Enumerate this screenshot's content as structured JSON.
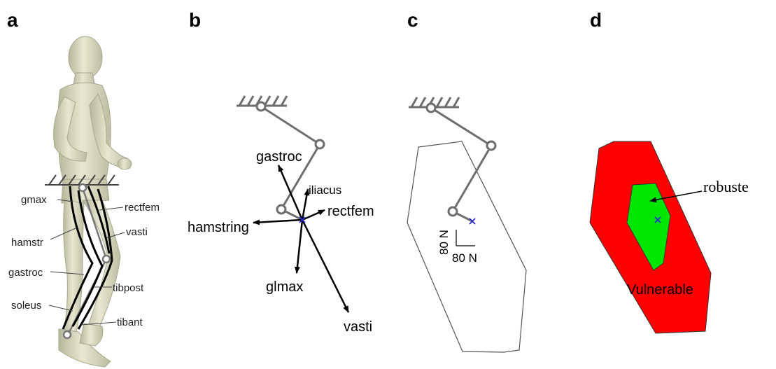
{
  "panels": {
    "a": "a",
    "b": "b",
    "c": "c",
    "d": "d"
  },
  "panel_a": {
    "muscle_labels": [
      "gmax",
      "rectfem",
      "vasti",
      "hamstr",
      "gastroc",
      "tibpost",
      "soleus",
      "tibant"
    ]
  },
  "panel_b": {
    "force_labels": [
      "gastroc",
      "iliacus",
      "rectfem",
      "hamstring",
      "glmax",
      "vasti"
    ]
  },
  "panel_c": {
    "scale_y": "80 N",
    "scale_x": "80 N"
  },
  "panel_d": {
    "robust_label": "robuste",
    "vulnerable_label": "Vulnerable"
  },
  "colors": {
    "linkage": "#6e6e6e",
    "marker": "#2a2ad0",
    "vulnerable_fill": "#ff0000",
    "robust_fill": "#00e600",
    "body": "#dcdcbe"
  }
}
